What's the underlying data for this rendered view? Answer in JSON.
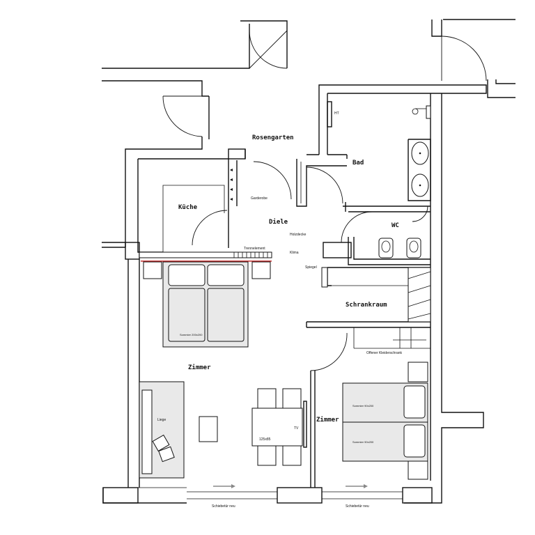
{
  "rooms": {
    "rosengarten": "Rosengarten",
    "bad": "Bad",
    "kueche": "Küche",
    "diele": "Diele",
    "wc": "WC",
    "schrankraum": "Schrankraum",
    "zimmer_left": "Zimmer",
    "zimmer_right": "Zimmer"
  },
  "notes": {
    "ht": "HT",
    "garderobe": "Garderobe",
    "holzdecke": "Holzdecke",
    "trennelement": "Trennelement",
    "klima": "Klima",
    "spiegel": "Spiegel",
    "offener_kleiderschrank": "Offener Kleiderschrank",
    "liege": "Liege",
    "tv": "TV",
    "table_size": "125x85",
    "bed_double": "Sommier 200x200",
    "bed_single_1": "Sommier 90x200",
    "bed_single_2": "Sommier 90x200",
    "schiebetuer_left": "Schiebetür neu",
    "schiebetuer_right": "Schiebetür neu"
  }
}
